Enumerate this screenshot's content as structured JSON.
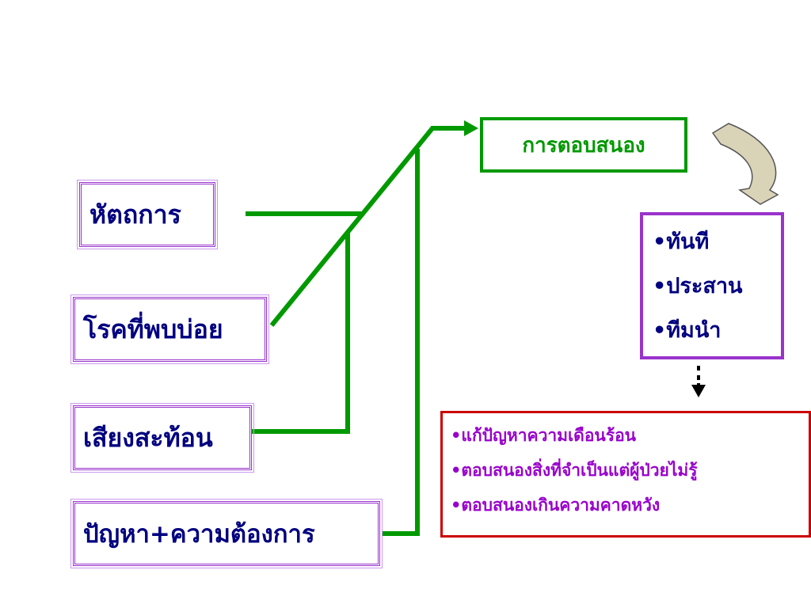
{
  "sources": {
    "symptom": "หัตถการ",
    "disease": "โรคที่พบบ่อย",
    "voice": "เสียงสะท้อน",
    "need": "ปัญหา+ความต้องการ"
  },
  "response": {
    "label": "การตอบสนอง"
  },
  "qualities": [
    "•ทันที",
    "•ประสาน",
    "•ทีมนำ"
  ],
  "outcomes": [
    "•แก้ปัญหาความเดือนร้อน",
    "•ตอบสนองสิ่งที่จำเป็นแต่ผู้ป่วยไม่รู้",
    "•ตอบสนองเกินความคาดหวัง"
  ],
  "colors": {
    "connector": "#009900",
    "source_border": "#9933cc",
    "source_text": "#000080",
    "outcome_border": "#cc0000",
    "outcome_text": "#9900cc",
    "curved_arrow": "#d9d3b8"
  }
}
